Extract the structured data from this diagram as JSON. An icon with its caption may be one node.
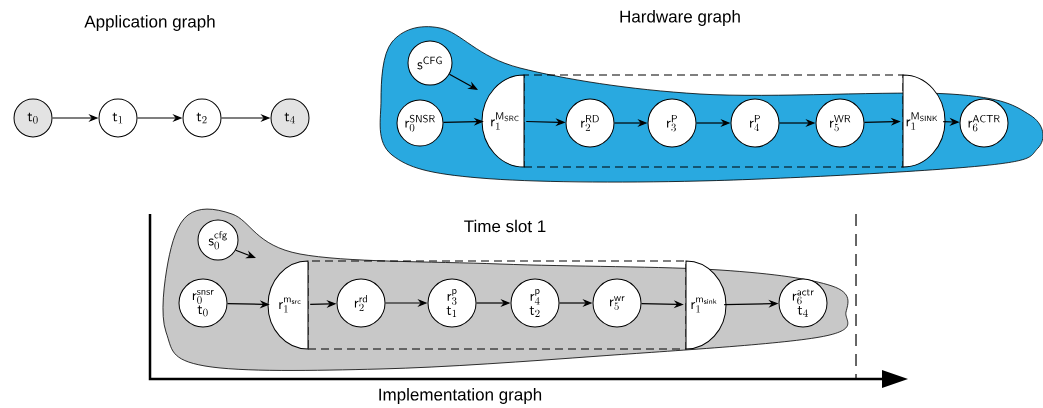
{
  "diagram": {
    "nodes": [
      {
        "text": [
          "\\mathsf{t}_{0}"
        ]
      },
      {
        "text": [
          "\\mathsf{t}_{1}"
        ]
      },
      {
        "text": [
          "\\mathsf{t}_{2}"
        ]
      },
      {
        "text": [
          "\\mathsf{t}_{4}"
        ]
      },
      {
        "text": [
          "Hardware graph"
        ]
      },
      {
        "text": [
          "\\mathsf{s}^{\\mathsf{CFG}}"
        ],
        "in": 4
      },
      {
        "text": [
          "\\mathsf{r}^{\\mathsf{SNSR}}_{0}"
        ],
        "in": 4
      },
      {
        "text": [],
        "shape": "box",
        "in": 4
      },
      {
        "text": [
          "\\mathsf{r}_{1}^{\\mathsf{M}_{\\mathsf{SRC}}}"
        ],
        "in": 4
      },
      {
        "text": [
          "\\mathsf{r}^{\\mathsf{RD}}_{2}"
        ],
        "in": 7
      },
      {
        "text": [
          "\\mathsf{r}^{\\mathsf{P}}_{3}"
        ],
        "in": 7
      },
      {
        "text": [
          "\\mathsf{r}^{\\mathsf{P}}_{4}"
        ],
        "in": 7
      },
      {
        "text": [
          "\\mathsf{r}^{\\mathsf{WR}}_{5}"
        ],
        "in": 7
      },
      {
        "text": [
          "\\mathsf{r}_{1}^{\\mathsf{M}_{\\mathsf{SINK}}}"
        ],
        "in": 4
      },
      {
        "text": [
          "\\mathsf{r}^{\\mathsf{ACTR}}_{6}"
        ],
        "in": 4
      },
      {
        "text": [
          "Time slot 1"
        ]
      },
      {
        "text": [
          "\\mathsf{s}^{\\mathsf{cfg}}_{0}"
        ],
        "in": 15
      },
      {
        "text": [
          "\\mathsf{r}^{\\mathsf{snsr}}_{0}",
          "\\mathsf{t}_{0}"
        ],
        "in": 15
      },
      {
        "text": [],
        "shape": "box",
        "in": 15
      },
      {
        "text": [
          "\\mathsf{r}_{1}^{\\mathsf{m}_{\\mathsf{src}}}"
        ],
        "in": 15
      },
      {
        "text": [
          "\\mathsf{r}^{\\mathsf{rd}}_{2}"
        ],
        "in": 18
      },
      {
        "text": [
          "\\mathsf{r}^{\\mathsf{p}}_{3}",
          "\\mathsf{t}_{1}"
        ],
        "in": 18
      },
      {
        "text": [
          "\\mathsf{r}^{\\mathsf{p}}_{4}",
          "\\mathsf{t}_{2}"
        ],
        "in": 18
      },
      {
        "text": [
          "\\mathsf{r}^{\\mathsf{wr}}_{5}"
        ],
        "in": 18
      },
      {
        "text": [
          "\\mathsf{r}_{1}^{\\mathsf{m}_{\\mathsf{sink}}}"
        ],
        "in": 15
      },
      {
        "text": [
          "\\mathsf{r}^{\\mathsf{actr}}_{6}",
          "\\mathsf{t}_{4}"
        ],
        "in": 15
      }
    ],
    "edges": [
      {
        "from": 0,
        "to": 1,
        "arrow": "to"
      },
      {
        "from": 1,
        "to": 2,
        "arrow": "to"
      },
      {
        "from": 2,
        "to": 3,
        "arrow": "to"
      },
      {
        "from": 5,
        "to": null,
        "arrow": "to"
      },
      {
        "from": 6,
        "to": 8,
        "arrow": "to"
      },
      {
        "from": 8,
        "to": 9,
        "arrow": "to"
      },
      {
        "from": 9,
        "to": 10,
        "arrow": "to"
      },
      {
        "from": 10,
        "to": 11,
        "arrow": "to"
      },
      {
        "from": 11,
        "to": 12,
        "arrow": "to"
      },
      {
        "from": 12,
        "to": 13,
        "arrow": "to"
      },
      {
        "from": 13,
        "to": 14,
        "arrow": "to"
      },
      {
        "from": 16,
        "to": null,
        "arrow": "to"
      },
      {
        "from": 17,
        "to": 19,
        "arrow": "to"
      },
      {
        "from": 19,
        "to": 20,
        "arrow": "to"
      },
      {
        "from": 20,
        "to": 21,
        "arrow": "to"
      },
      {
        "from": 21,
        "to": 22,
        "arrow": "to"
      },
      {
        "from": 22,
        "to": 23,
        "arrow": "to"
      },
      {
        "from": 23,
        "to": 24,
        "arrow": "to"
      },
      {
        "from": 24,
        "to": 25,
        "arrow": "to"
      }
    ],
    "labels": [
      "Application graph",
      "Implementation graph"
    ]
  }
}
